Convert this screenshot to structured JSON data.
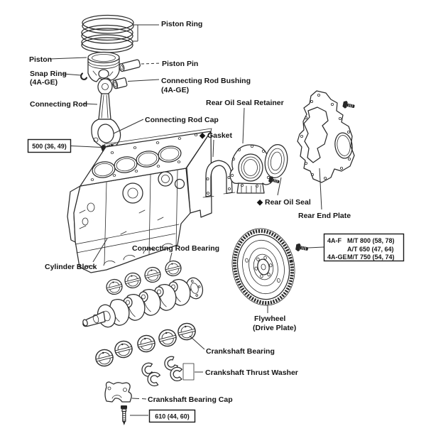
{
  "diagram": {
    "colors": {
      "background": "#ffffff",
      "ink": "#2b2b2b",
      "text": "#151515"
    },
    "labels": {
      "piston_ring": "Piston Ring",
      "piston": "Piston",
      "piston_pin": "Piston Pin",
      "snap_ring": {
        "line1": "Snap Ring",
        "line2": "(4A-GE)"
      },
      "connecting_rod_bushing": {
        "line1": "Connecting Rod Bushing",
        "line2": "(4A-GE)"
      },
      "connecting_rod": "Connecting Rod",
      "connecting_rod_cap": "Connecting Rod Cap",
      "rear_oil_seal_retainer": "Rear Oil Seal Retainer",
      "gasket": "◆ Gasket",
      "rear_oil_seal": "◆ Rear Oil Seal",
      "rear_end_plate": "Rear End Plate",
      "cylinder_block": "Cylinder Block",
      "connecting_rod_bearing": "Connecting Rod Bearing",
      "flywheel": {
        "line1": "Flywheel",
        "line2": "(Drive Plate)"
      },
      "crankshaft_bearing": "Crankshaft Bearing",
      "crankshaft_thrust_washer": "Crankshaft Thrust Washer",
      "crankshaft_bearing_cap": "Crankshaft Bearing Cap"
    },
    "torque_specs": {
      "connecting_rod_cap_bolt": "500 (36, 49)",
      "main_bearing_cap_bolt": "610 (44, 60)",
      "flywheel_bolt": {
        "row1_engine": "4A-F",
        "row1_spec": "M/T 800 (58, 78)",
        "row2_spec": "A/T 650 (47, 64)",
        "row3_engine": "4A-GE",
        "row3_spec": "M/T 750 (54, 74)"
      }
    }
  }
}
